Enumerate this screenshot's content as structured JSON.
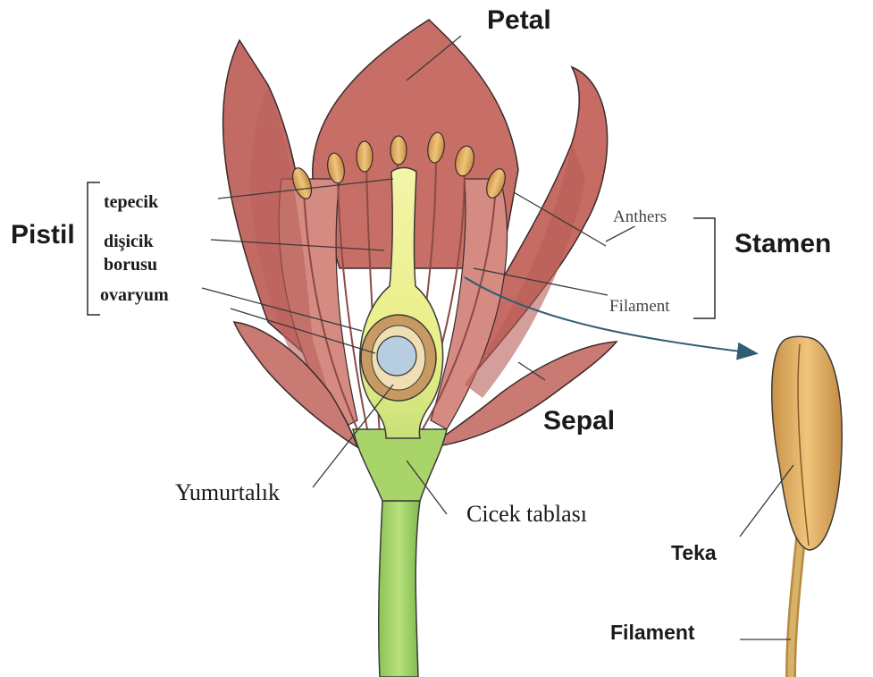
{
  "labels": {
    "petal": "Petal",
    "pistil": "Pistil",
    "stamen": "Stamen",
    "sepal": "Sepal",
    "tepecik": "tepecik",
    "disicik": "dişicik",
    "borusu": "borusu",
    "ovaryum": "ovaryum",
    "anthers": "Anthers",
    "filament": "Filament",
    "yumurtalik": "Yumurtalık",
    "cicek_tablasi": "Cicek tablası",
    "teka": "Teka",
    "filament2": "Filament"
  },
  "colors": {
    "petal": "#c9716a",
    "petal_dark": "#a84c48",
    "pistil": "#eef08a",
    "ovary_wall": "#c89a63",
    "ovule": "#b7cde0",
    "stem": "#9bcf63",
    "anther": "#e2b56e",
    "line": "#3a3a3a",
    "arrow": "#2f5d73"
  }
}
